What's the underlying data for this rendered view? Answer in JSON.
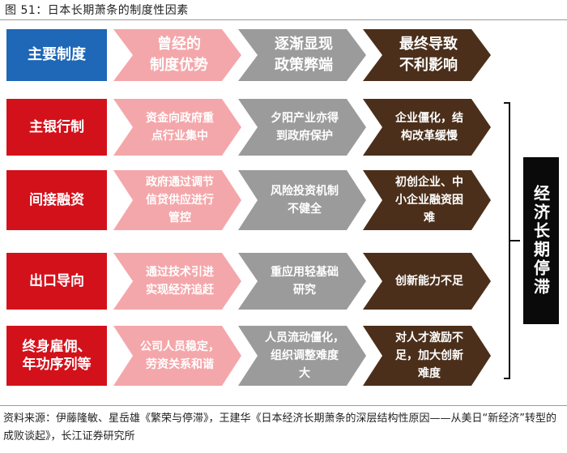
{
  "title": "图 51：日本长期萧条的制度性因素",
  "header": {
    "label": "主要制度",
    "col1": "曾经的\n制度优势",
    "col2": "逐渐显现\n政策弊端",
    "col3": "最终导致\n不利影响"
  },
  "rows": [
    {
      "label": "主银行制",
      "advantage": "资金向政府重\n点行业集中",
      "drawback": "夕阳产业亦得\n到政府保护",
      "impact": "企业僵化，结\n构改革缓慢"
    },
    {
      "label": "间接融资",
      "advantage": "政府通过调节\n信贷供应进行\n管控",
      "drawback": "风险投资机制\n不健全",
      "impact": "初创企业、中\n小企业融资困\n难"
    },
    {
      "label": "出口导向",
      "advantage": "通过技术引进\n实现经济追赶",
      "drawback": "重应用轻基础\n研究",
      "impact": "创新能力不足"
    },
    {
      "label": "终身雇佣、\n年功序列等",
      "advantage": "公司人员稳定，\n劳资关系和谐",
      "drawback": "人员流动僵化，\n组织调整难度\n大",
      "impact": "对人才激励不\n足，加大创新\n难度"
    }
  ],
  "result": "经济长期停滞",
  "source": "资料来源：伊藤隆敏、星岳雄《繁荣与停滞》，王建华《日本经济长期萧条的深层结构性原因——从美日“新经济”转型的成败谈起》，长江证券研究所"
}
